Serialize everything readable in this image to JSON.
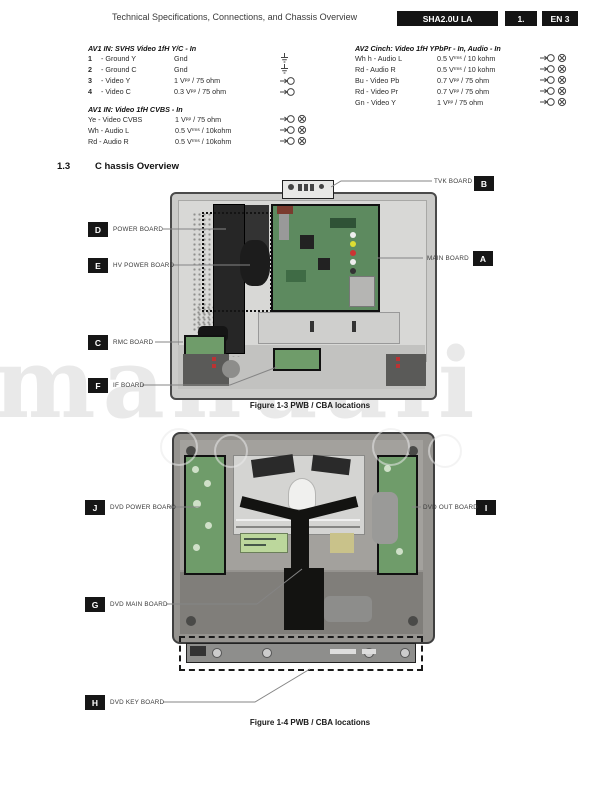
{
  "header": {
    "title": "Technical Specifications, Connections, and Chassis Overview",
    "badges": {
      "model": "SHA2.0U LA",
      "chapter": "1.",
      "page": "EN 3"
    }
  },
  "connections": {
    "av1_svhs": {
      "title": "AV1 IN: SVHS Video 1fH Y/C - In",
      "rows": [
        {
          "pin": "1",
          "name": "- Ground Y",
          "v1": "Gnd",
          "vs": "",
          "v2": "",
          "icons": [
            "ground"
          ]
        },
        {
          "pin": "2",
          "name": "- Ground C",
          "v1": "Gnd",
          "vs": "",
          "v2": "",
          "icons": [
            "ground"
          ]
        },
        {
          "pin": "3",
          "name": "- Video Y",
          "v1": "1 V",
          "vs": "pp",
          "v2": " / 75 ohm",
          "icons": [
            "input"
          ]
        },
        {
          "pin": "4",
          "name": "- Video C",
          "v1": "0.3 V",
          "vs": "pp",
          "v2": " / 75 ohm",
          "icons": [
            "input"
          ]
        }
      ]
    },
    "av1_cvbs": {
      "title": "AV1 IN: Video 1fH CVBS - In",
      "rows": [
        {
          "name": "Ye - Video CVBS",
          "v1": "1 V",
          "vs": "pp",
          "v2": " / 75 ohm",
          "icons": [
            "input",
            "cross"
          ]
        },
        {
          "name": "Wh - Audio L",
          "v1": "0.5 V",
          "vs": "rms",
          "v2": " / 10kohm",
          "icons": [
            "input",
            "cross"
          ]
        },
        {
          "name": "Rd - Audio R",
          "v1": "0.5 V",
          "vs": "rms",
          "v2": " / 10kohm",
          "icons": [
            "input",
            "cross"
          ]
        }
      ]
    },
    "av2": {
      "title": "AV2 Cinch: Video 1fH YPbPr - In, Audio - In",
      "rows": [
        {
          "name": "Wh h - Audio L",
          "v1": "0.5 V",
          "vs": "rms",
          "v2": " / 10 kohm",
          "icons": [
            "input",
            "cross"
          ]
        },
        {
          "name": "Rd - Audio R",
          "v1": "0.5 V",
          "vs": "rms",
          "v2": " / 10 kohm",
          "icons": [
            "input",
            "cross"
          ]
        },
        {
          "name": "Bu - Video Pb",
          "v1": "0.7 V",
          "vs": "pp",
          "v2": " / 75 ohm",
          "icons": [
            "input",
            "cross"
          ]
        },
        {
          "name": "Rd - Video Pr",
          "v1": "0.7 V",
          "vs": "pp",
          "v2": " / 75 ohm",
          "icons": [
            "input",
            "cross"
          ]
        },
        {
          "name": "Gn - Video Y",
          "v1": "1 V",
          "vs": "pp",
          "v2": " / 75 ohm",
          "icons": [
            "input",
            "cross"
          ]
        }
      ]
    }
  },
  "section": {
    "number": "1.3",
    "title": "C hassis Overview"
  },
  "figures": [
    {
      "caption": "Figure 1-3 PWB / CBA locations",
      "labels": [
        {
          "key": "B",
          "text": "TVK BOARD"
        },
        {
          "key": "D",
          "text": "POWER BOARD"
        },
        {
          "key": "E",
          "text": "HV POWER BOARD"
        },
        {
          "key": "A",
          "text": "MAIN BOARD"
        },
        {
          "key": "C",
          "text": "RMC BOARD"
        },
        {
          "key": "F",
          "text": "IF BOARD"
        }
      ]
    },
    {
      "caption": "Figure 1-4 PWB / CBA locations",
      "labels": [
        {
          "key": "J",
          "text": "DVD POWER BOARD"
        },
        {
          "key": "I",
          "text": "DVD OUT BOARD"
        },
        {
          "key": "G",
          "text": "DVD MAIN BOARD"
        },
        {
          "key": "H",
          "text": "DVD KEY BOARD"
        }
      ]
    }
  ],
  "watermark": {
    "text": "manuali"
  }
}
